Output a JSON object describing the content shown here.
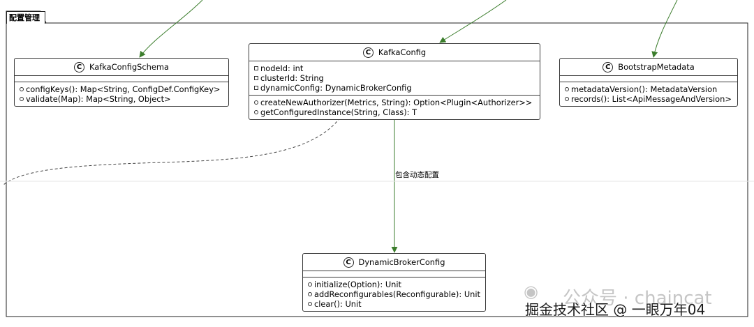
{
  "package": {
    "name": "配置管理"
  },
  "classes": {
    "kafka_config_schema": {
      "name": "KafkaConfigSchema",
      "fields": [],
      "methods": [
        "configKeys(): Map<String, ConfigDef.ConfigKey>",
        "validate(Map): Map<String, Object>"
      ]
    },
    "kafka_config": {
      "name": "KafkaConfig",
      "fields": [
        "nodeId: int",
        "clusterId: String",
        "dynamicConfig: DynamicBrokerConfig"
      ],
      "methods": [
        "createNewAuthorizer(Metrics, String): Option<Plugin<Authorizer>>",
        "getConfiguredInstance(String, Class): T"
      ]
    },
    "bootstrap_metadata": {
      "name": "BootstrapMetadata",
      "fields": [],
      "methods": [
        "metadataVersion(): MetadataVersion",
        "records(): List<ApiMessageAndVersion>"
      ]
    },
    "dynamic_broker_config": {
      "name": "DynamicBrokerConfig",
      "fields": [],
      "methods": [
        "initialize(Option): Unit",
        "addReconfigurables(Reconfigurable): Unit",
        "clear(): Unit"
      ]
    }
  },
  "relations": {
    "contains_dynamic_config": {
      "label": "包含动态配置"
    }
  },
  "watermark": {
    "line1": "公众号 · chaincat",
    "line2": "掘金技术社区 @ 一眼万年04",
    "icon": "wechat-icon"
  },
  "colors": {
    "arrow": "#3b7d2c",
    "border": "#3a3a3a",
    "dashed": "#444444"
  }
}
